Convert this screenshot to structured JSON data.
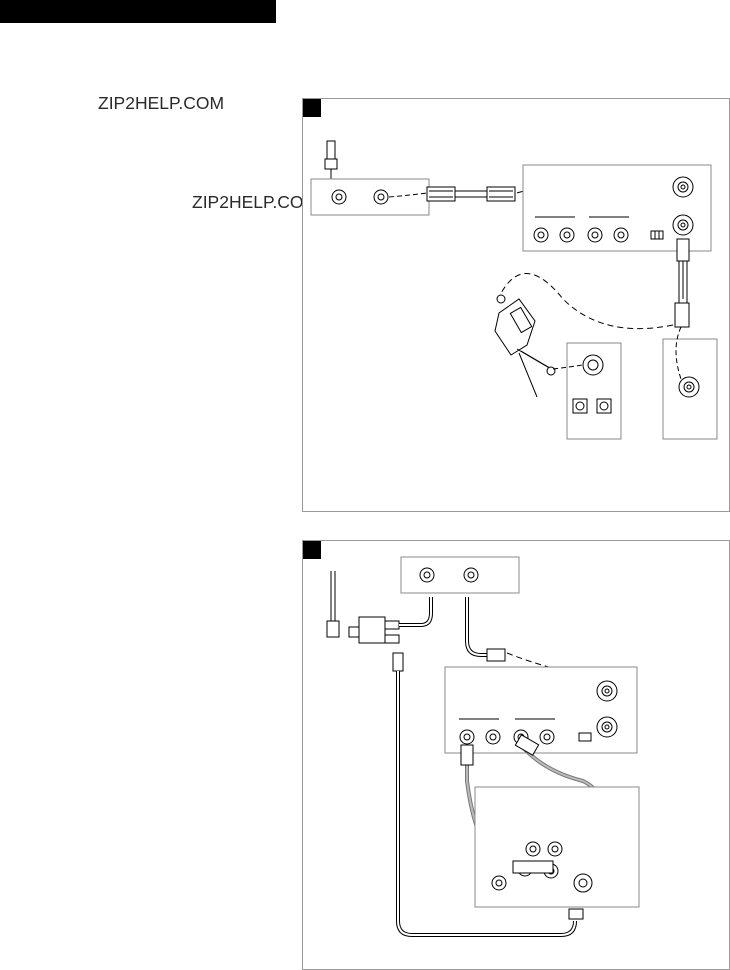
{
  "watermark": {
    "text": "ZIP2HELP.COM",
    "color": "#2a2a2a"
  },
  "panels": [
    {
      "id": "panel-1",
      "description_items": [
        "wall-antenna-plate",
        "coax-cable",
        "device-rear-panel",
        "splitter-adapter",
        "wall-plate-left",
        "wall-plate-right"
      ]
    },
    {
      "id": "panel-2",
      "description_items": [
        "antenna-lead",
        "splitter",
        "device-terminals",
        "device-rear-panel",
        "av-cables",
        "device-bottom-panel",
        "long-coax-cable"
      ]
    }
  ]
}
